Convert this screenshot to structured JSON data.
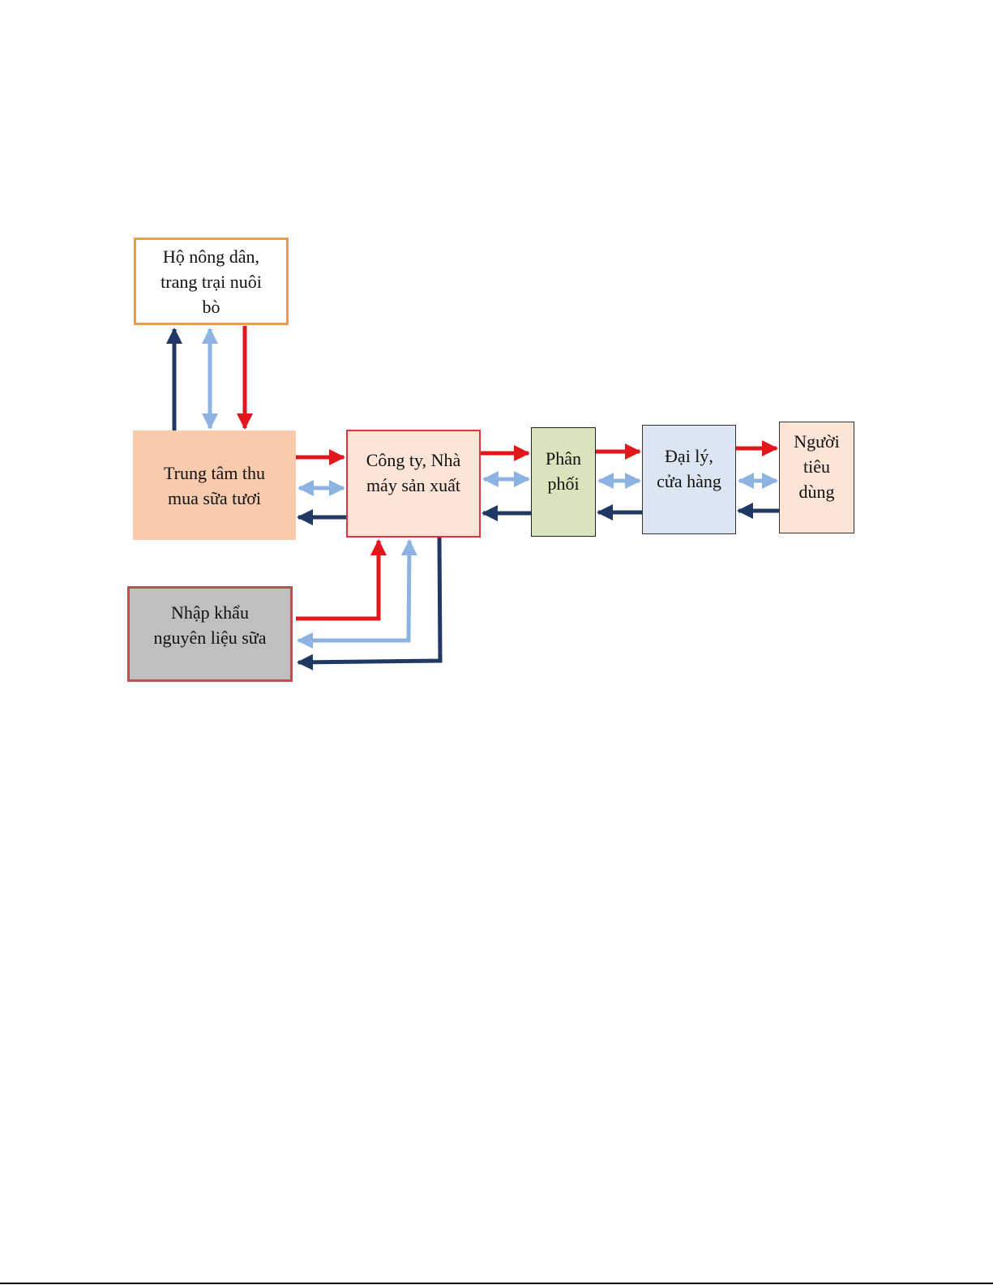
{
  "diagram": {
    "nodes": {
      "farm": {
        "label": "Hộ nông dân,\ntrang trại nuôi\nbò"
      },
      "collection_center": {
        "label": "Trung tâm thu\nmua sữa tươi"
      },
      "company": {
        "label": "Công ty, Nhà\nmáy sản xuất"
      },
      "distribution": {
        "label": "Phân\nphối"
      },
      "agent_store": {
        "label": "Đại lý,\ncửa hàng"
      },
      "consumer": {
        "label": "Người\ntiêu\ndùng"
      },
      "import": {
        "label": "Nhập khẩu\nnguyên liệu sữa"
      }
    },
    "flow_colors": {
      "product_flow": "#E3171B",
      "information_flow": "#8DB3E2",
      "payment_flow": "#1F3864"
    },
    "edges": [
      {
        "from": "collection_center",
        "to": "farm",
        "flow": "payment_flow"
      },
      {
        "from": "farm",
        "to": "collection_center",
        "flow": "information_flow",
        "bidirectional": true
      },
      {
        "from": "farm",
        "to": "collection_center",
        "flow": "product_flow"
      },
      {
        "from": "collection_center",
        "to": "company",
        "flow": "product_flow"
      },
      {
        "from": "collection_center",
        "to": "company",
        "flow": "information_flow",
        "bidirectional": true
      },
      {
        "from": "company",
        "to": "collection_center",
        "flow": "payment_flow"
      },
      {
        "from": "company",
        "to": "distribution",
        "flow": "product_flow"
      },
      {
        "from": "company",
        "to": "distribution",
        "flow": "information_flow",
        "bidirectional": true
      },
      {
        "from": "distribution",
        "to": "company",
        "flow": "payment_flow"
      },
      {
        "from": "distribution",
        "to": "agent_store",
        "flow": "product_flow"
      },
      {
        "from": "distribution",
        "to": "agent_store",
        "flow": "information_flow",
        "bidirectional": true
      },
      {
        "from": "agent_store",
        "to": "distribution",
        "flow": "payment_flow"
      },
      {
        "from": "agent_store",
        "to": "consumer",
        "flow": "product_flow"
      },
      {
        "from": "agent_store",
        "to": "consumer",
        "flow": "information_flow",
        "bidirectional": true
      },
      {
        "from": "consumer",
        "to": "agent_store",
        "flow": "payment_flow"
      },
      {
        "from": "import",
        "to": "company",
        "flow": "product_flow"
      },
      {
        "from": "company",
        "to": "import",
        "flow": "information_flow",
        "bidirectional": true
      },
      {
        "from": "company",
        "to": "import",
        "flow": "payment_flow"
      }
    ]
  }
}
